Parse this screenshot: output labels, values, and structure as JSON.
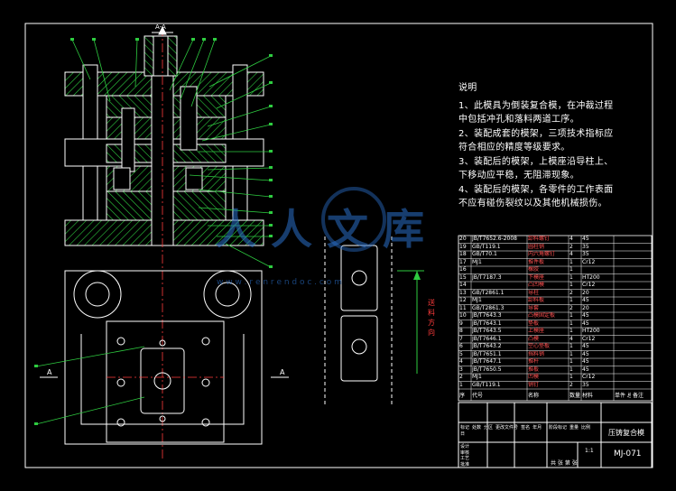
{
  "notes": {
    "heading": "说明",
    "items": [
      "1、此模具为倒装复合模，在冲裁过程中包括冲孔和落料两道工序。",
      "2、装配成套的模架，三项技术指标应符合相应的精度等级要求。",
      "3、装配后的模架，上模座沿导柱上、下移动应平稳，无阻滞现象。",
      "4、装配后的模架，各零件的工作表面不应有碰伤裂纹以及其他机械损伤。"
    ]
  },
  "section_labels": {
    "top_a": "A-A",
    "left_a": "A",
    "right_a": "A"
  },
  "feed_direction": "送料方向",
  "watermark": {
    "text": "人人文库",
    "url": "w w w . r e n r e n d o c . c o m"
  },
  "bom": {
    "rows": [
      [
        "20",
        "JB/T7652.6-2008",
        "卸料螺钉",
        "4",
        "45"
      ],
      [
        "19",
        "GB/T119.1",
        "圆柱销",
        "2",
        "35"
      ],
      [
        "18",
        "GB/T70.1",
        "内六角螺钉",
        "4",
        "35"
      ],
      [
        "17",
        "MJ1",
        "推件板",
        "1",
        "Cr12"
      ],
      [
        "16",
        "",
        "橡胶",
        "1",
        ""
      ],
      [
        "15",
        "JB/T7187.3",
        "下模座",
        "1",
        "HT200"
      ],
      [
        "14",
        "",
        "凸凹模",
        "1",
        "Cr12"
      ],
      [
        "13",
        "GB/T2861.1",
        "导柱",
        "2",
        "20"
      ],
      [
        "12",
        "MJ1",
        "卸料板",
        "1",
        "45"
      ],
      [
        "11",
        "GB/T2861.3",
        "导套",
        "2",
        "20"
      ],
      [
        "10",
        "JB/T7643.3",
        "凸模固定板",
        "1",
        "45"
      ],
      [
        "9",
        "JB/T7643.1",
        "垫板",
        "1",
        "45"
      ],
      [
        "8",
        "JB/T7643.5",
        "上模座",
        "1",
        "HT200"
      ],
      [
        "7",
        "JB/T7646.1",
        "凸模",
        "4",
        "Cr12"
      ],
      [
        "6",
        "JB/T7643.2",
        "空心垫板",
        "1",
        "45"
      ],
      [
        "5",
        "JB/T7651.1",
        "挡料销",
        "1",
        "45"
      ],
      [
        "4",
        "JB/T7647.1",
        "推杆",
        "1",
        "45"
      ],
      [
        "3",
        "JB/T7650.5",
        "推板",
        "1",
        "45"
      ],
      [
        "2",
        "MJ1",
        "凹模",
        "1",
        "Cr12"
      ],
      [
        "1",
        "GB/T119.1",
        "销钉",
        "2",
        "35"
      ]
    ],
    "header": [
      "序",
      "代号",
      "名称",
      "数量",
      "材料",
      "单件 总计",
      "备注"
    ]
  },
  "title_block": {
    "drawing_title": "压铸复合模",
    "drawing_number": "MJ-071",
    "left_labels": [
      "标记",
      "处数",
      "分区",
      "更改文件号",
      "签名",
      "年月日"
    ],
    "mid_labels": [
      "阶段标记",
      "重量",
      "比例"
    ],
    "scale": "1:1",
    "sheet": "共 张 第 张",
    "role_labels": [
      "设计",
      "审核",
      "工艺",
      "批准"
    ]
  }
}
